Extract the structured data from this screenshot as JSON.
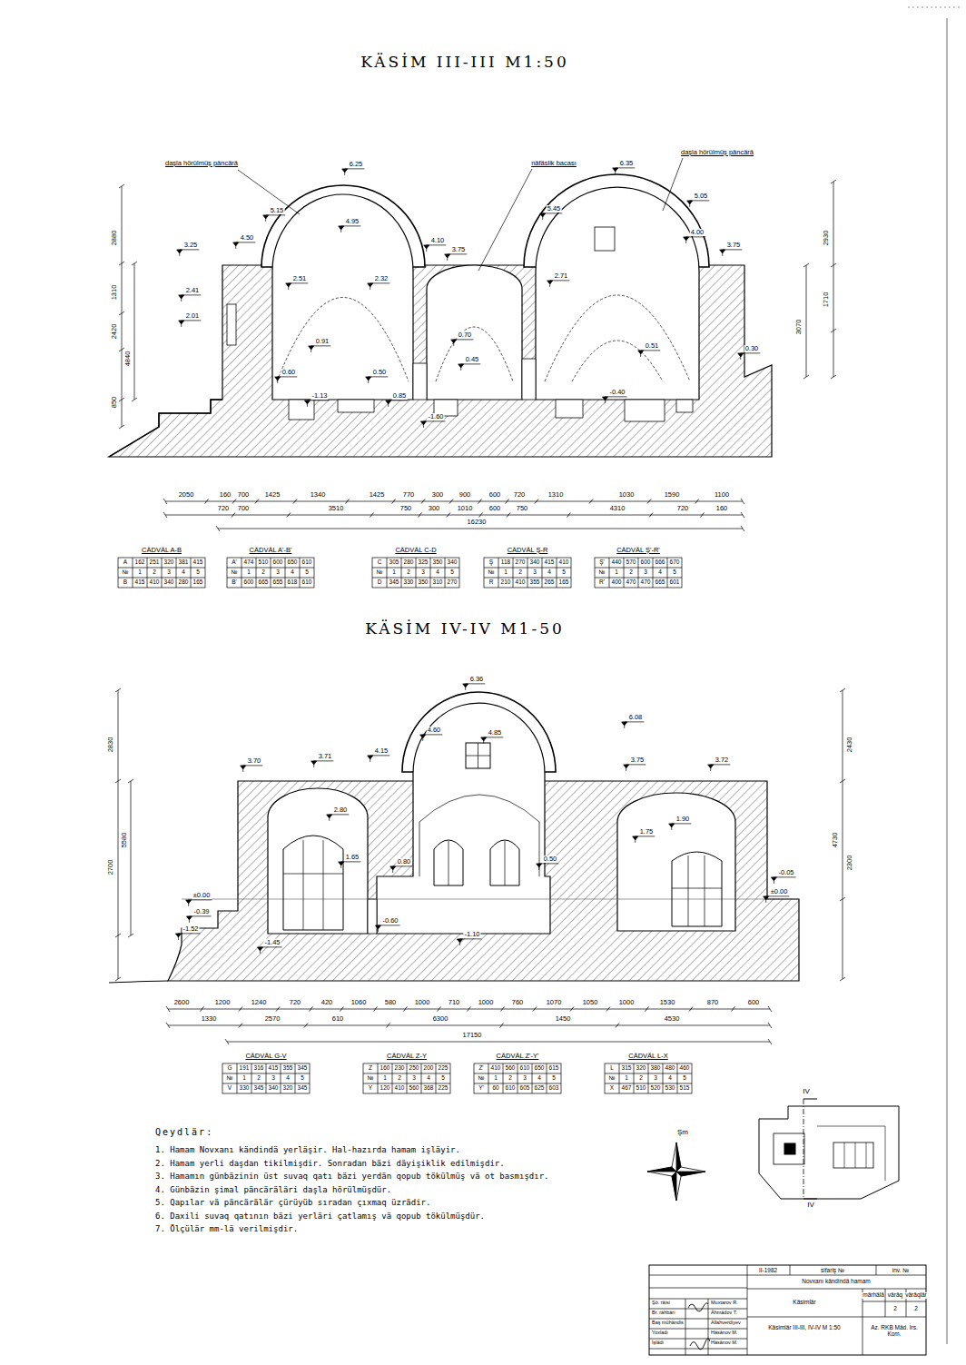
{
  "diagram": {
    "title": "KÄSİM III-III M1:50",
    "labels": [
      "daşla hörülmüş päncärä",
      "näfäslik bacası",
      "daşla hörülmüş päncärä",
      "6.25",
      "5.15",
      "4.95",
      "4.50",
      "3.25",
      "2.41",
      "2.01",
      "2.51",
      "2.32",
      "0.91",
      "0.60",
      "0.50",
      "-1.13",
      "0.85",
      "4.10",
      "3.75",
      "0.70",
      "0.45",
      "-1.60",
      "6.35",
      "5.45",
      "5.05",
      "4.00",
      "3.75",
      "2.71",
      "0.51",
      "-0.40",
      "0.30",
      "2050",
      "160",
      "700",
      "1425",
      "1340",
      "1425",
      "770",
      "300",
      "900",
      "600",
      "720",
      "1310",
      "1030",
      "1590",
      "1100",
      "720",
      "700",
      "3510",
      "750",
      "300",
      "1010",
      "600",
      "750",
      "4310",
      "720",
      "160",
      "16230",
      "2880",
      "1310",
      "2420",
      "850",
      "4840",
      "2930",
      "1710",
      "3070",
      "CÄDVÄL A-B",
      "A",
      "162",
      "251",
      "320",
      "381",
      "415",
      "№",
      "1",
      "2",
      "3",
      "4",
      "5",
      "B",
      "415",
      "410",
      "340",
      "280",
      "165",
      "CÄDVÄL A'-B'",
      "A'",
      "474",
      "510",
      "600",
      "650",
      "610",
      "№",
      "1",
      "2",
      "3",
      "4",
      "5",
      "B'",
      "600",
      "665",
      "655",
      "618",
      "610",
      "CÄDVÄL C-D",
      "C",
      "305",
      "280",
      "325",
      "350",
      "340",
      "№",
      "1",
      "2",
      "3",
      "4",
      "5",
      "D",
      "345",
      "330",
      "350",
      "310",
      "270",
      "CÄDVÄL Ş-R",
      "Ş",
      "118",
      "270",
      "340",
      "415",
      "410",
      "№",
      "1",
      "2",
      "3",
      "4",
      "5",
      "R",
      "210",
      "410",
      "355",
      "265",
      "165",
      "CÄDVÄL Ş'-R'",
      "Ş'",
      "440",
      "570",
      "600",
      "666",
      "670",
      "№",
      "1",
      "2",
      "3",
      "4",
      "5",
      "R'",
      "400",
      "470",
      "470",
      "665",
      "601",
      "KÄSİM IV-IV M1-50",
      "6.36",
      "6.08",
      "4.85",
      "4.60",
      "4.15",
      "3.71",
      "3.70",
      "3.75",
      "3.72",
      "2.80",
      "1.65",
      "0.80",
      "0.50",
      "1.90",
      "1.75",
      "-0.60",
      "-1.10",
      "±0.00",
      "-0.39",
      "-1.52",
      "±0.00",
      "-0.05",
      "-1.45",
      "2600",
      "1200",
      "1240",
      "720",
      "420",
      "1060",
      "580",
      "1000",
      "710",
      "1000",
      "760",
      "1070",
      "1050",
      "1000",
      "1530",
      "870",
      "600",
      "1330",
      "2570",
      "610",
      "6300",
      "1450",
      "4530",
      "17150",
      "2830",
      "2700",
      "5580",
      "2430",
      "4730",
      "2300",
      "CÄDVÄL G-V",
      "G",
      "191",
      "316",
      "415",
      "355",
      "345",
      "№",
      "1",
      "2",
      "3",
      "4",
      "5",
      "V",
      "330",
      "345",
      "340",
      "320",
      "345",
      "CÄDVÄL Z-Y",
      "Z",
      "160",
      "230",
      "250",
      "200",
      "225",
      "№",
      "1",
      "2",
      "3",
      "4",
      "5",
      "Y",
      "120",
      "410",
      "560",
      "368",
      "225",
      "CÄDVÄL Z'-Y'",
      "Z'",
      "410",
      "560",
      "610",
      "650",
      "615",
      "№",
      "1",
      "2",
      "3",
      "4",
      "5",
      "Y'",
      "60",
      "610",
      "605",
      "625",
      "603",
      "CÄDVÄL L-X",
      "L",
      "315",
      "320",
      "380",
      "480",
      "460",
      "№",
      "1",
      "2",
      "3",
      "4",
      "5",
      "X",
      "467",
      "510",
      "520",
      "530",
      "515",
      "Qeydlär:",
      "1. Hamam Novxanı kändindä yerläşir. Hal-hazırda hamam işläyir.",
      "2. Hamam yerli daşdan tikilmişdir. Sonradan bäzi däyişiklik edilmişdir.",
      "3. Hamamın günbäzinin üst suvaq qatı bäzi yerdän qopub tökülmüş vä ot basmışdır.",
      "4. Günbäzin şimal päncäräläri daşla hörülmüşdür.",
      "5. Qapılar vä päncärälär çürüyüb sıradan çıxmaq üzrädir.",
      "6. Daxili suvaq qatının bäzi yerläri çatlamış vä qopub tökülmüşdür.",
      "7. Ölçülär mm-lä verilmişdir.",
      "Şm",
      "IV",
      "IV",
      "II-1982",
      "sifariş №",
      "inv. №",
      "Novxanı kändindä hamam",
      "Käsimlär",
      "märhälä",
      "väräq",
      "väräqlär",
      "2",
      "2",
      "Käsimlär III-III, IV-IV M 1:50",
      "Az. RKB Mäd. İrs. Kom.",
      "Şö. räisi",
      "Br. rähbäri",
      "Baş mühändis",
      "Yoxladı",
      "İşlädi",
      "Muxtarov R.",
      "Ähmädov T.",
      "Allahverdiyev",
      "Häsänov M.",
      "Häsänov M."
    ]
  }
}
